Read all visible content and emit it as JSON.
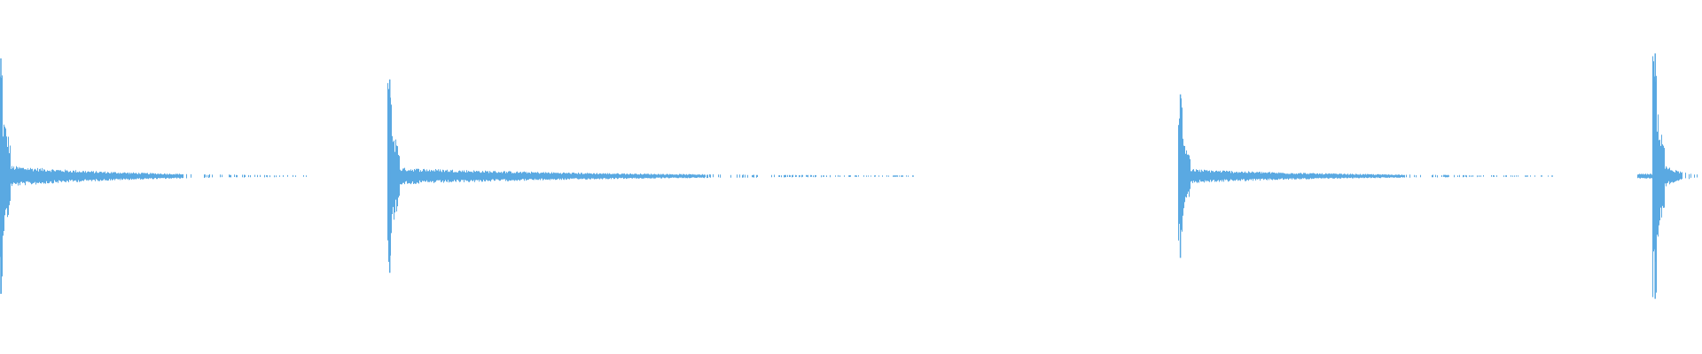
{
  "waveform": {
    "color": "#5aa9e2",
    "background": "#ffffff",
    "transients": [
      {
        "start_fraction": 0.0,
        "peak": 0.95,
        "decay_fraction": 0.18
      },
      {
        "start_fraction": 0.2285,
        "peak": 0.78,
        "decay_fraction": 0.31
      },
      {
        "start_fraction": 0.693,
        "peak": 0.66,
        "decay_fraction": 0.22
      },
      {
        "start_fraction": 0.972,
        "peak": 0.99,
        "decay_fraction": 0.028
      }
    ]
  }
}
